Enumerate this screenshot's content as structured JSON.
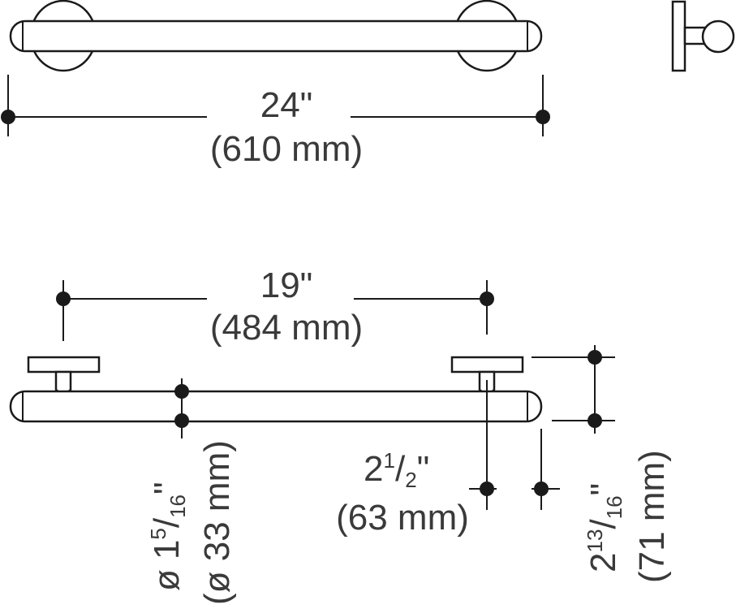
{
  "dimensions": {
    "overall_length": {
      "imperial": "24\"",
      "metric": "(610 mm)"
    },
    "mount_spacing": {
      "imperial": "19\"",
      "metric": "(484 mm)"
    },
    "projection": {
      "whole": "2",
      "num": "1",
      "slash": "/",
      "den": "2",
      "unit": "\"",
      "metric": "(63 mm)"
    },
    "depth": {
      "whole": "2",
      "num": "13",
      "slash": "/",
      "den": "16",
      "unit": "\"",
      "metric": "(71 mm)"
    },
    "diameter": {
      "symbol": "ø",
      "whole": "1",
      "num": "5",
      "slash": "/",
      "den": "16",
      "unit": "\"",
      "metric": "(ø 33 mm)"
    }
  },
  "colors": {
    "stroke": "#1a1a1a",
    "text": "#3a3a3a",
    "background": "#ffffff"
  }
}
